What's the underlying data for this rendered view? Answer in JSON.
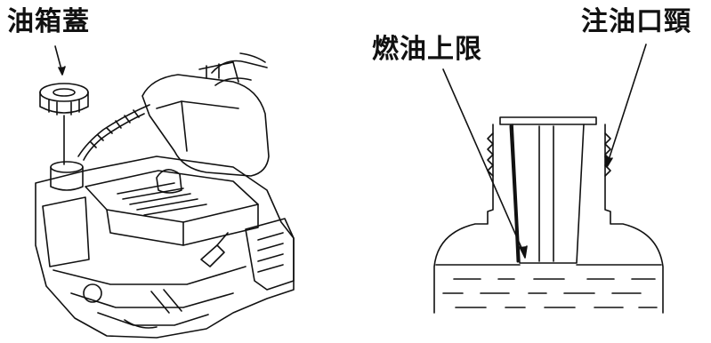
{
  "labels": {
    "fuel_cap": "油箱蓋",
    "fuel_upper_limit": "燃油上限",
    "filler_neck": "注油口頸"
  },
  "colors": {
    "ink": "#111111",
    "background": "#ffffff"
  }
}
